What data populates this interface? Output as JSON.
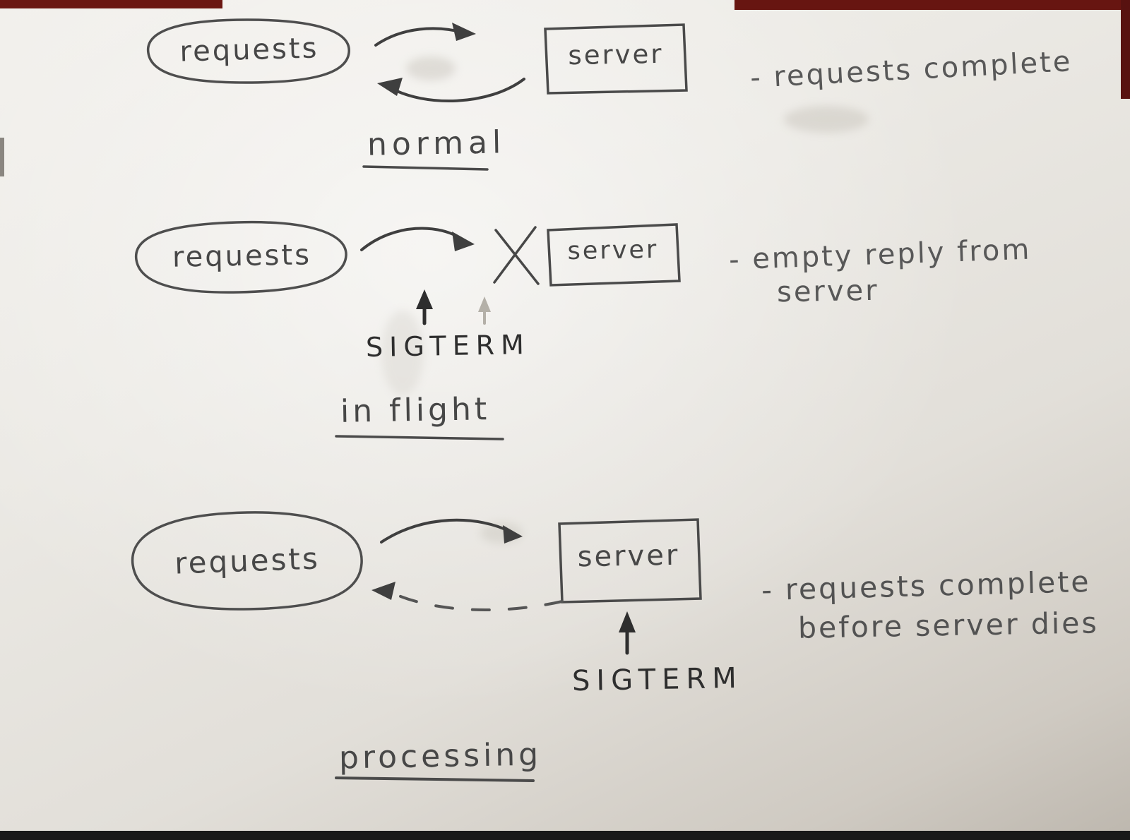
{
  "page": {
    "title": "SIGTERM request handling sketch"
  },
  "colors": {
    "ink": "#474747",
    "pen": "#2e2e2e",
    "paper": "#ebe9e4"
  },
  "sections": {
    "normal": {
      "requests_label": "requests",
      "server_label": "server",
      "note": "- requests complete",
      "caption": "normal"
    },
    "in_flight": {
      "requests_label": "requests",
      "server_label": "server",
      "signal_label": "SIGTERM",
      "note_line1": "- empty reply from",
      "note_line2": "server",
      "caption": "in flight"
    },
    "processing": {
      "requests_label": "requests",
      "server_label": "server",
      "signal_label": "SIGTERM",
      "note_line1": "- requests complete",
      "note_line2": "before server dies",
      "caption": "processing"
    }
  }
}
